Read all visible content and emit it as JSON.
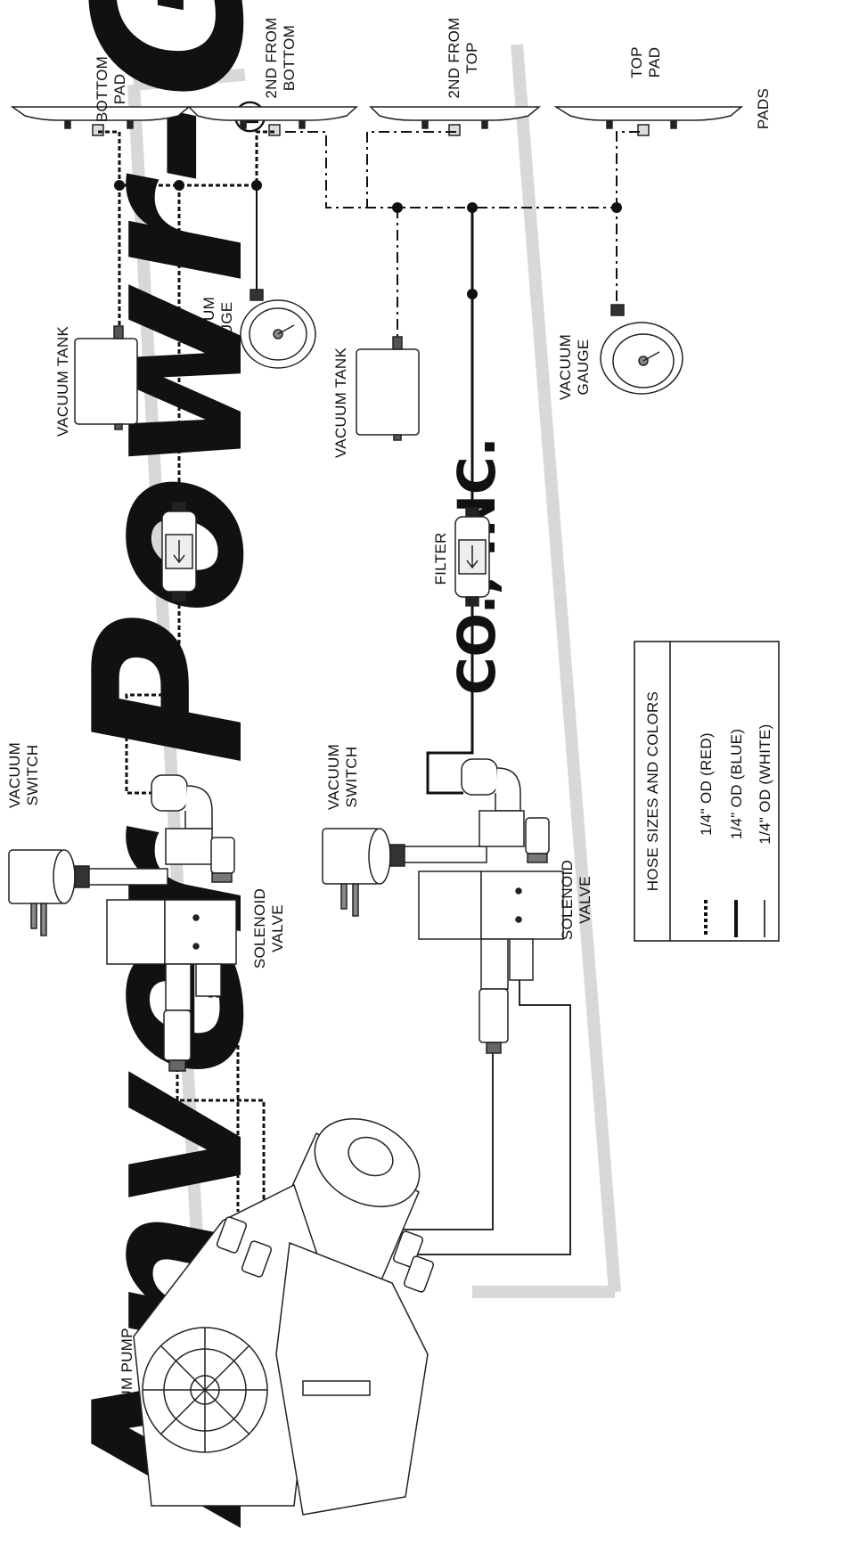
{
  "pads": {
    "group_label": "PADS",
    "bottom_pad": [
      "BOTTOM",
      "PAD"
    ],
    "second_from_bottom": [
      "2ND FROM",
      "BOTTOM"
    ],
    "second_from_top": [
      "2ND FROM",
      "TOP"
    ],
    "top_pad": [
      "TOP",
      "PAD"
    ]
  },
  "components": {
    "vacuum_tank_left": "VACUUM TANK",
    "vacuum_tank_right": "VACUUM TANK",
    "vacuum_gauge_left": [
      "VACUUM",
      "GAUGE"
    ],
    "vacuum_gauge_right": [
      "VACUUM",
      "GAUGE"
    ],
    "filter_left": "FILTER",
    "filter_right": "FILTER",
    "vacuum_switch_left": [
      "VACUUM",
      "SWITCH"
    ],
    "vacuum_switch_right": [
      "VACUUM",
      "SWITCH"
    ],
    "solenoid_valve_left": [
      "SOLENOID",
      "VALVE"
    ],
    "solenoid_valve_right": [
      "SOLENOID",
      "VALVE"
    ],
    "vacuum_pump": "VACUUM PUMP"
  },
  "legend": {
    "title": "HOSE SIZES AND COLORS",
    "items": [
      {
        "label": "1/4\" OD (RED)",
        "style": "dashed-thick"
      },
      {
        "label": "1/4\" OD (BLUE)",
        "style": "solid-thick"
      },
      {
        "label": "1/4\" OD (WHITE)",
        "style": "solid-thin"
      }
    ]
  },
  "watermark": {
    "text": "Anver Powr-Grip",
    "subtext": "CO., INC.",
    "mark": "®",
    "color": "#d6d6d6"
  }
}
